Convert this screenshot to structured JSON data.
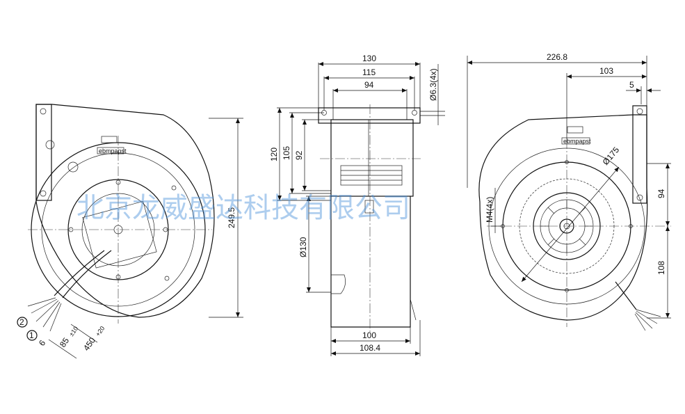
{
  "watermark": "北京龙威盛达科技有限公司",
  "brand_label": "ebmpapst",
  "front_view": {
    "dims": {
      "height": "249.5",
      "cable_length": "450",
      "cable_length_tol": "+20",
      "strip_length": "85",
      "strip_tol": "±10",
      "wire_end": "6"
    },
    "callouts": [
      "2",
      "1"
    ]
  },
  "side_view": {
    "dims": {
      "width_130": "130",
      "width_115": "115",
      "width_94": "94",
      "hole": "Ø6.3(4x)",
      "height_120": "120",
      "height_105": "105",
      "height_92": "92",
      "dia_130": "Ø130",
      "bottom_100": "100",
      "bottom_108": "108.4"
    }
  },
  "back_view": {
    "dims": {
      "width_226": "226.8",
      "width_103": "103",
      "width_5": "5",
      "dia_175": "Ø175",
      "thread": "M4(4x)",
      "h_94": "94",
      "h_108": "108"
    }
  }
}
